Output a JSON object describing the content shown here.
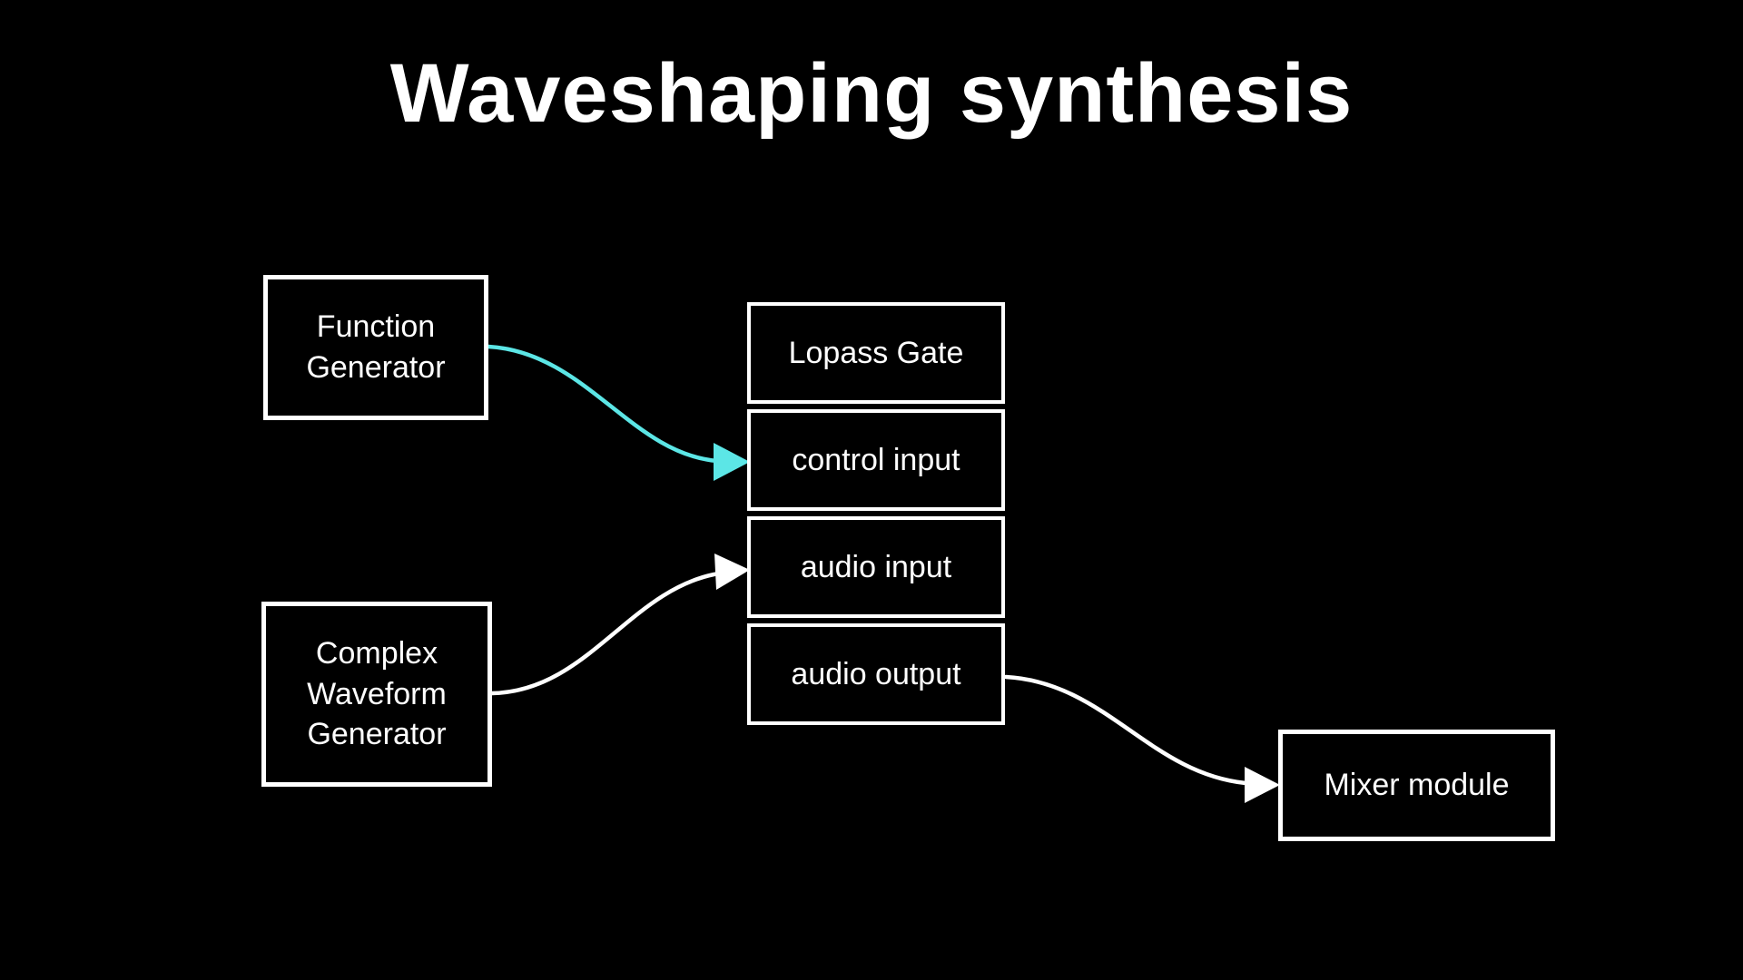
{
  "title": "Waveshaping synthesis",
  "colors": {
    "background": "#000000",
    "text": "#ffffff",
    "box_border": "#ffffff",
    "line": "#ffffff",
    "accent": "#5ce6e6"
  },
  "nodes": {
    "function_generator": {
      "label": "Function Generator"
    },
    "complex_waveform_generator": {
      "label": "Complex Waveform Generator"
    },
    "mixer_module": {
      "label": "Mixer module"
    }
  },
  "stack": {
    "rows": [
      {
        "label": "Lopass Gate"
      },
      {
        "label": "control input"
      },
      {
        "label": "audio input"
      },
      {
        "label": "audio output"
      }
    ]
  },
  "connections": [
    {
      "from": "Function Generator",
      "to": "Lopass Gate / control input",
      "color": "#5ce6e6"
    },
    {
      "from": "Complex Waveform Generator",
      "to": "Lopass Gate / audio input",
      "color": "#ffffff"
    },
    {
      "from": "Lopass Gate / audio output",
      "to": "Mixer module",
      "color": "#ffffff"
    }
  ]
}
